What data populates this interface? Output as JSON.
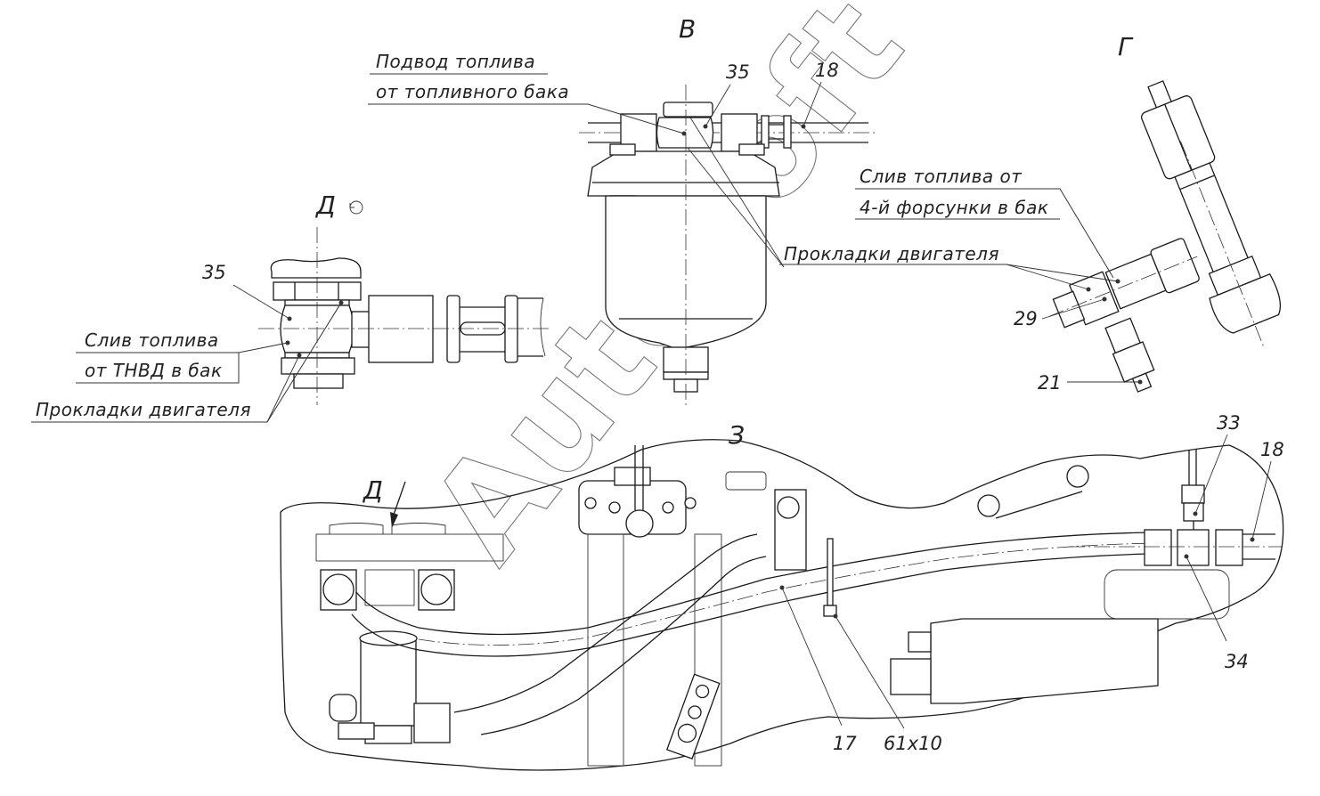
{
  "drawing": {
    "title": "Fuel system assembly drawing",
    "watermark": "AutoSoft",
    "views": {
      "view_v": "В",
      "view_g": "Г",
      "view_d": "Д",
      "view_z": "З",
      "view_d_arrow": "Д"
    },
    "notes": {
      "fuel_supply_line1": "Подвод топлива",
      "fuel_supply_line2": "от топливного бака",
      "drain_injector_line1": "Слив топлива от",
      "drain_injector_line2": "4-й форсунки в бак",
      "engine_gaskets_g": "Прокладки двигателя",
      "drain_pump_line1": "Слив топлива",
      "drain_pump_line2": "от ТНВД в бак",
      "engine_gaskets_d": "Прокладки двигателя"
    },
    "callouts": {
      "p35_v": "35",
      "p18_v": "18",
      "p35_d": "35",
      "p29": "29",
      "p21": "21",
      "p33": "33",
      "p18_z": "18",
      "p34": "34",
      "p17": "17",
      "p61x10": "61x10"
    }
  }
}
